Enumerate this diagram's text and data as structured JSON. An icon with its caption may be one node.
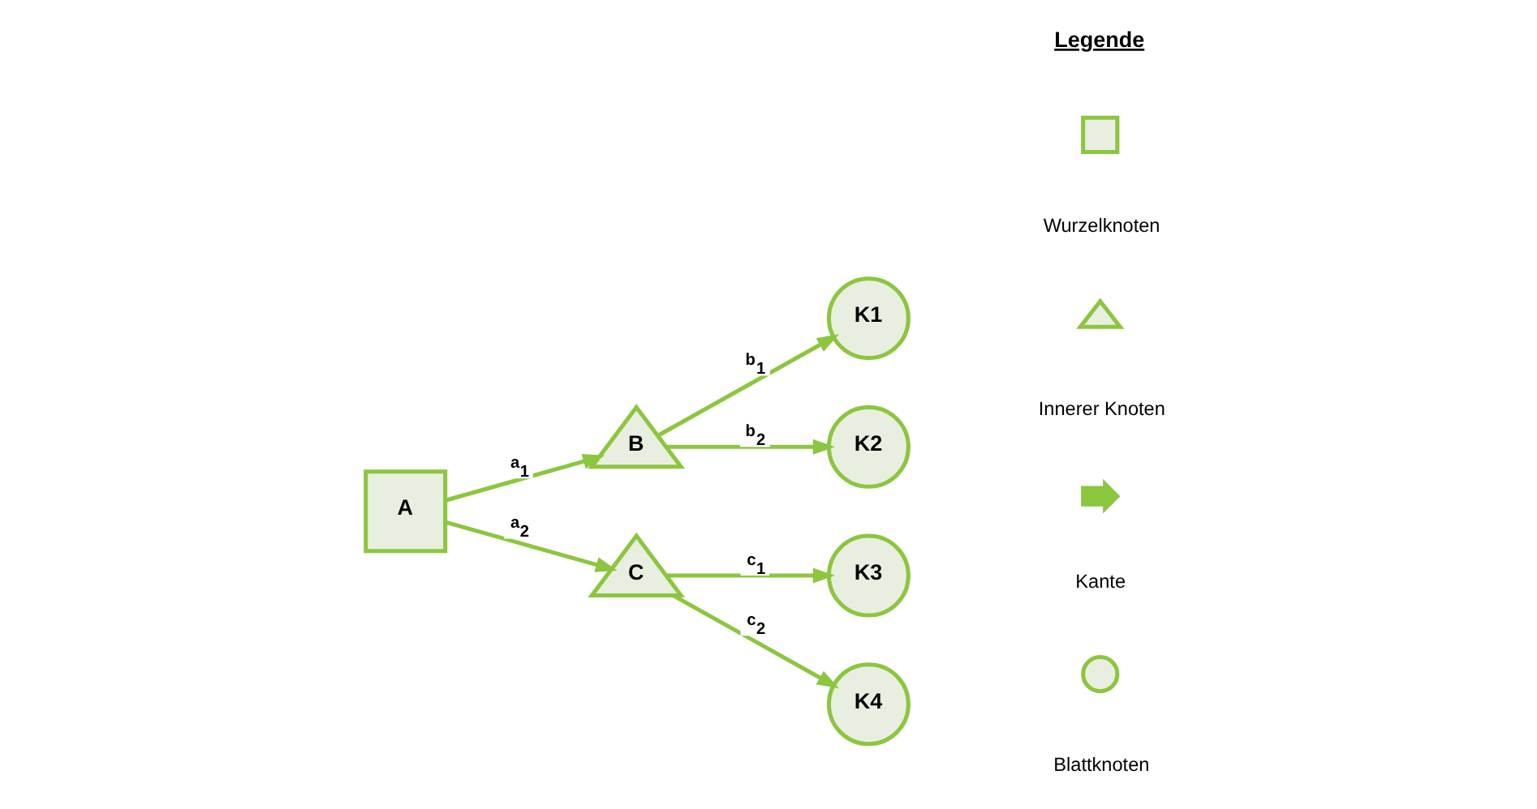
{
  "diagram": {
    "nodes": [
      {
        "text": [
          "A"
        ]
      },
      {
        "text": [
          "B"
        ]
      },
      {
        "text": [
          "C"
        ]
      },
      {
        "text": [
          "K1"
        ]
      },
      {
        "text": [
          "K2"
        ]
      },
      {
        "text": [
          "K3"
        ]
      },
      {
        "text": [
          "K4"
        ]
      },
      {
        "text": [],
        "shape": "box"
      },
      {
        "text": [],
        "shape": "triangle"
      },
      {
        "text": [],
        "shape": "arrow"
      },
      {
        "text": [],
        "shape": "circle"
      }
    ],
    "edges": [
      {
        "from": 0,
        "to": 1,
        "arrow": "to",
        "label": "a$_{1}$"
      },
      {
        "from": 0,
        "to": 2,
        "arrow": "to",
        "label": "a$_{2}$"
      },
      {
        "from": 1,
        "to": 3,
        "arrow": "to",
        "label": "b$_{1}$"
      },
      {
        "from": 1,
        "to": 4,
        "arrow": "to",
        "label": "b$_{2}$"
      },
      {
        "from": 2,
        "to": 5,
        "arrow": "to",
        "label": "c$_{1}$"
      },
      {
        "from": 2,
        "to": 6,
        "arrow": "to",
        "label": "c$_{2}$"
      }
    ],
    "labels": [
      "Legende"
    ],
    "legend": [
      {
        "text": "Wurzelknoten"
      },
      {
        "text": "Innerer Knoten"
      },
      {
        "text": "Kante"
      },
      {
        "text": "Blattknoten"
      }
    ]
  }
}
